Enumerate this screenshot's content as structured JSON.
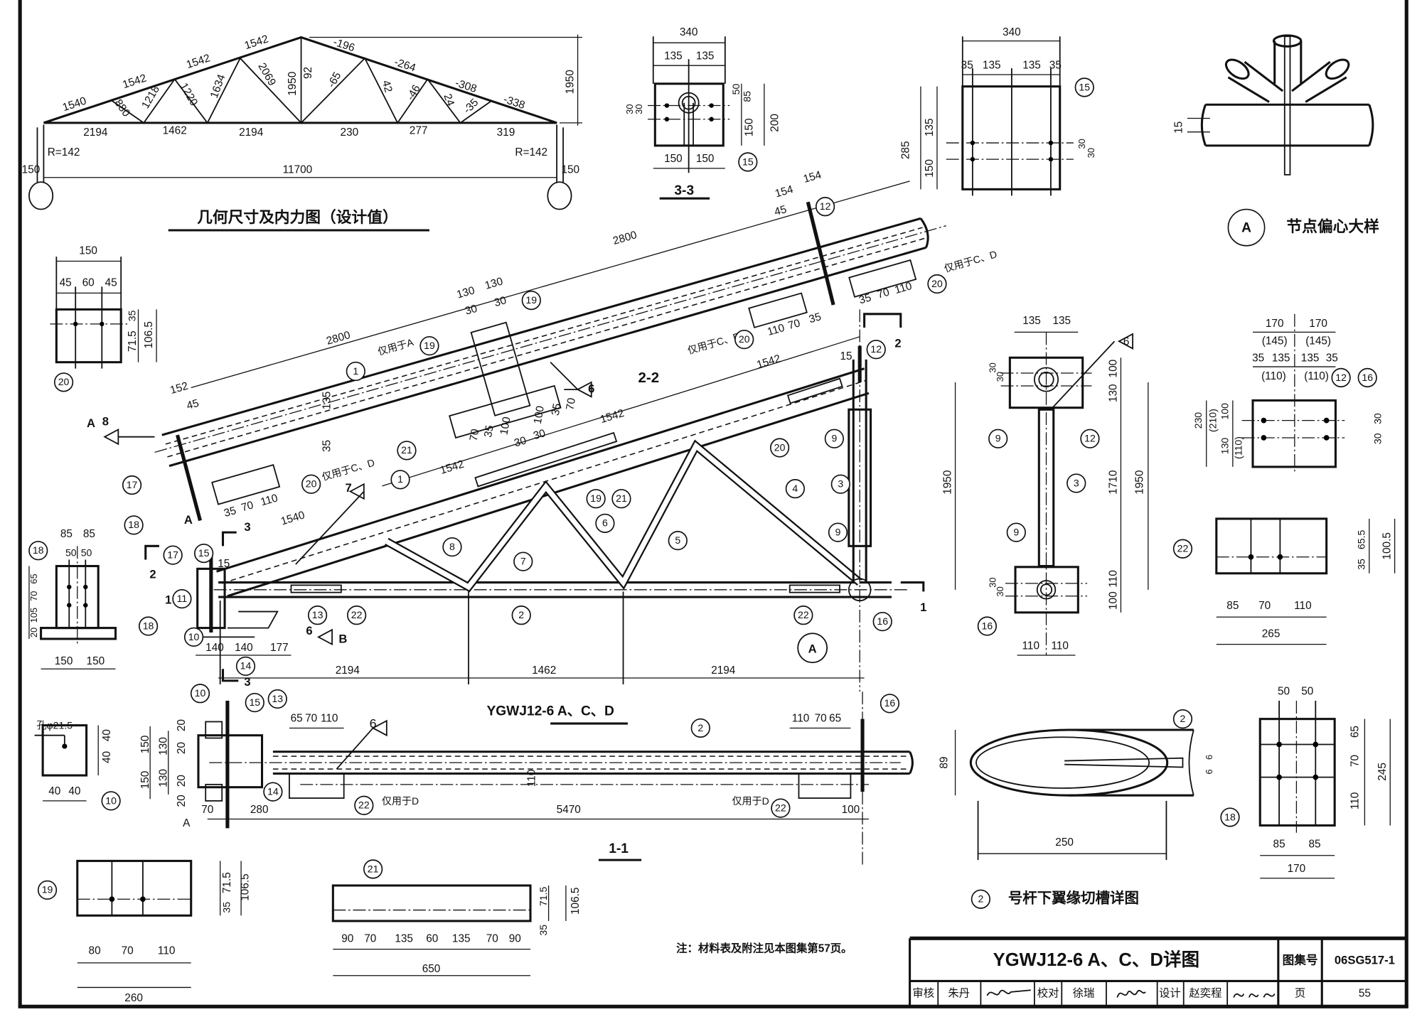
{
  "truss_diagram": {
    "title": "几何尺寸及内力图（设计值）",
    "t": [
      "1540",
      "1542",
      "1542",
      "1542",
      "-196",
      "-264",
      "-308",
      "-338",
      "880",
      "1218",
      "1220",
      "1634",
      "2069",
      "1950",
      "92",
      "-65",
      "42",
      "-46",
      "24",
      "-35",
      "2194",
      "1462",
      "2194",
      "230",
      "277",
      "319",
      "R=142",
      "R=142",
      "150",
      "150",
      "11700",
      "1950"
    ]
  },
  "section_3_3": {
    "title": "3-3",
    "t": [
      "340",
      "135",
      "135",
      "30",
      "30",
      "50",
      "85",
      "150",
      "200",
      "150",
      "150"
    ],
    "balloon": "15"
  },
  "plate_15": {
    "t": [
      "340",
      "35",
      "135",
      "135",
      "35",
      "285",
      "135",
      "150",
      "30",
      "30"
    ],
    "balloon": "15"
  },
  "node_a_detail": {
    "marker": "A",
    "title": "节点偏心大样",
    "t": [
      "15"
    ]
  },
  "plate_20": {
    "t": [
      "150",
      "45",
      "60",
      "45",
      "35",
      "71.5",
      "106.5"
    ],
    "balloon": "20"
  },
  "elevation": {
    "title": "YGWJ12-6 A、C、D",
    "section_label": "2-2",
    "notes": [
      "仅用于A",
      "仅用于C、D",
      "仅用于C、D",
      "仅用于C、D"
    ],
    "dims": [
      "2800",
      "2800",
      "1542",
      "1542",
      "1542",
      "1540",
      "152",
      "45",
      "154",
      "154",
      "45",
      "130",
      "130",
      "30",
      "30",
      "135",
      "35",
      "35",
      "70",
      "110",
      "110",
      "70",
      "35",
      "35",
      "70",
      "110",
      "70",
      "35",
      "100",
      "100",
      "35",
      "70",
      "30",
      "30",
      "15",
      "15",
      "140",
      "140",
      "177",
      "2194",
      "1462",
      "2194"
    ],
    "markers": [
      "A",
      "8",
      "A",
      "3",
      "3",
      "2",
      "2",
      "1",
      "1",
      "7",
      "6",
      "6",
      "B",
      "A"
    ],
    "balloons": [
      "1",
      "1",
      "19",
      "19",
      "21",
      "20",
      "20",
      "20",
      "20",
      "12",
      "12",
      "9",
      "3",
      "9",
      "16",
      "17",
      "18",
      "17",
      "15",
      "11",
      "18",
      "10",
      "14",
      "13",
      "22",
      "22",
      "2",
      "8",
      "7",
      "6",
      "5",
      "4",
      "19",
      "21"
    ]
  },
  "section_1_1": {
    "title": "1-1",
    "dims": [
      "65",
      "70",
      "110",
      "110",
      "70",
      "65",
      "150",
      "130",
      "20",
      "20",
      "150",
      "130",
      "20",
      "20",
      "70",
      "280",
      "5470",
      "100",
      "110"
    ],
    "notes": [
      "仅用于D",
      "仅用于D"
    ],
    "markers": [
      "A",
      "6"
    ],
    "balloons": [
      "10",
      "15",
      "13",
      "14",
      "22",
      "22",
      "2",
      "16"
    ]
  },
  "plate_10": {
    "hole": "孔φ21.5",
    "t": [
      "40",
      "40",
      "40",
      "40"
    ],
    "balloon": "10"
  },
  "plate_19": {
    "t": [
      "71.5",
      "106.5",
      "35",
      "80",
      "70",
      "110",
      "260"
    ],
    "balloon": "19"
  },
  "plate_21": {
    "t": [
      "71.5",
      "106.5",
      "35",
      "90",
      "70",
      "135",
      "60",
      "135",
      "70",
      "90",
      "650"
    ],
    "balloon": "21"
  },
  "note": "注：材料表及附注见本图集第57页。",
  "end_view": {
    "t": [
      "135",
      "135",
      "30",
      "30",
      "100",
      "130",
      "1950",
      "1710",
      "1950",
      "30",
      "30",
      "110",
      "100",
      "110",
      "110"
    ],
    "weld": "6",
    "balloons": [
      "9",
      "12",
      "3",
      "9",
      "16"
    ]
  },
  "plate_12_16": {
    "t": [
      "170",
      "170",
      "(145)",
      "(145)",
      "35",
      "135",
      "135",
      "35",
      "(110)",
      "(110)",
      "230",
      "(210)",
      "130",
      "(110)",
      "100",
      "30",
      "30"
    ],
    "balloons": [
      "12",
      "16"
    ]
  },
  "plate_22": {
    "t": [
      "65.5",
      "100.5",
      "35",
      "85",
      "70",
      "110",
      "265"
    ],
    "balloon": "22"
  },
  "slot_detail": {
    "title_num": "2",
    "title": "号杆下翼缘切槽详图",
    "t": [
      "89",
      "6",
      "6",
      "250"
    ],
    "balloon": "2"
  },
  "plate_18_right": {
    "t": [
      "50",
      "50",
      "65",
      "70",
      "110",
      "245",
      "85",
      "85",
      "170"
    ],
    "balloon": "18"
  },
  "plate_18_left": {
    "t": [
      "85",
      "85",
      "50",
      "50",
      "65",
      "70",
      "105",
      "20",
      "150",
      "150"
    ],
    "balloon": "18"
  },
  "title_block": {
    "title": "YGWJ12-6 A、C、D详图",
    "atlas_label": "图集号",
    "atlas_no": "06SG517-1",
    "reviewer_label": "审核",
    "reviewer": "朱丹",
    "checker_label": "校对",
    "checker": "徐瑞",
    "designer_label": "设计",
    "designer": "赵奕程",
    "designer_signature": "赵奕程",
    "page_label": "页",
    "page": "55"
  }
}
